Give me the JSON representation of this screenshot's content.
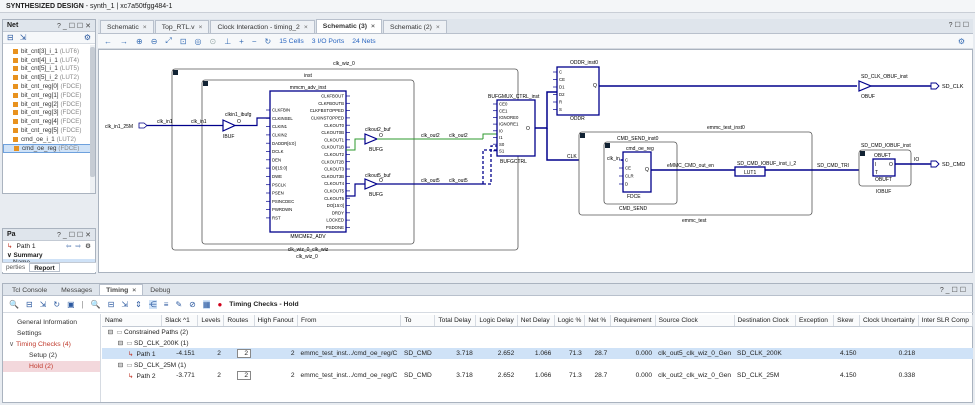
{
  "window": {
    "title_bold": "SYNTHESIZED DESIGN",
    "title_rest": " - synth_1 | xc7a50tfgg484-1"
  },
  "net_panel": {
    "title": "Net",
    "ctrls": "? _ ☐ ☐ ✕",
    "items": [
      {
        "name": "bit_cnt[3]_i_1",
        "type": "(LUT6)"
      },
      {
        "name": "bit_cnt[4]_i_1",
        "type": "(LUT4)"
      },
      {
        "name": "bit_cnt[5]_i_1",
        "type": "(LUT5)"
      },
      {
        "name": "bit_cnt[5]_i_2",
        "type": "(LUT2)"
      },
      {
        "name": "bit_cnt_reg[0]",
        "type": "(FDCE)"
      },
      {
        "name": "bit_cnt_reg[1]",
        "type": "(FDCE)"
      },
      {
        "name": "bit_cnt_reg[2]",
        "type": "(FDCE)"
      },
      {
        "name": "bit_cnt_reg[3]",
        "type": "(FDCE)"
      },
      {
        "name": "bit_cnt_reg[4]",
        "type": "(FDCE)"
      },
      {
        "name": "bit_cnt_reg[5]",
        "type": "(FDCE)"
      },
      {
        "name": "cmd_oe_i_1",
        "type": "(LUT2)"
      },
      {
        "name": "cmd_oe_reg",
        "type": "(FDCE)"
      }
    ]
  },
  "pa_panel": {
    "title": "Pa",
    "path_label": "Path 1",
    "summary": "Summary",
    "name_col": "Name",
    "tab_props": "perties",
    "tab_report": "Report"
  },
  "doc_tabs": [
    {
      "label": "Schematic",
      "active": false
    },
    {
      "label": "Top_RTL.v",
      "active": false
    },
    {
      "label": "Clock Interaction - timing_2",
      "active": false
    },
    {
      "label": "Schematic (3)",
      "active": true
    },
    {
      "label": "Schematic (2)",
      "active": false
    }
  ],
  "schematic_toolbar": {
    "cells": "15 Cells",
    "ports": "3 I/O Ports",
    "nets": "24 Nets"
  },
  "schematic": {
    "clk_wiz_outer": "clk_wiz_0",
    "inst": "inst",
    "clk_wiz_label": "clk_wiz_0_clk_wiz",
    "clk_wiz_inst_bottom": "clk_wiz_0",
    "mmcm_inst": "mmcm_adv_inst",
    "mmcm_type": "MMCME2_ADV",
    "mmcm_left_pins": [
      "CLKFBIN",
      "CLKINSEL",
      "CLKIN1",
      "CLKIN2",
      "DADDR[6:0]",
      "DCLK",
      "DEN",
      "DI[15:0]",
      "DWE",
      "PSCLK",
      "PSEN",
      "PSINCDEC",
      "PWRDWN",
      "RST"
    ],
    "mmcm_right_pins": [
      "CLKFBOUT",
      "CLKFBOUTB",
      "CLKFBSTOPPED",
      "CLKINSTOPPED",
      "CLKOUT0",
      "CLKOUT0B",
      "CLKOUT1",
      "CLKOUT1B",
      "CLKOUT2",
      "CLKOUT2B",
      "CLKOUT3",
      "CLKOUT3B",
      "CLKOUT4",
      "CLKOUT5",
      "CLKOUT6",
      "DO[15:0]",
      "DRDY",
      "LOCKED",
      "PSDONE"
    ],
    "ibufg_inst": "clkin1_ibufg",
    "ibufg_type": "IBUF",
    "bufg1_inst": "clkout2_buf",
    "bufg2_inst": "clkout5_buf",
    "bufg_type": "BUFG",
    "in_port": "clk_in1_25M",
    "net_clk_in1": "clk_in1",
    "net_clk_out2": "clk_out2",
    "net_clk_out5": "clk_out5",
    "bufgmux_inst": "BUFGMUX_CTRL_inst",
    "bufgmux_type": "BUFGCTRL",
    "bufgmux_pins": [
      "CE0",
      "CE1",
      "IGNORE0",
      "IGNORE1",
      "I0",
      "I1",
      "S0",
      "S1"
    ],
    "bufgmux_out": "O",
    "oddr_inst": "ODDR_inst0",
    "oddr_type": "ODDR",
    "oddr_pins": [
      "C",
      "CE",
      "D1",
      "D2",
      "R",
      "S"
    ],
    "oddr_out": "Q",
    "emmc_inst": "emmc_test_inst0",
    "emmc_label": "emmc_test",
    "cmd_send_inst": "CMD_SEND_inst0",
    "cmd_send_label": "CMD_SEND",
    "fdce_inst": "cmd_oe_reg",
    "fdce_type": "FDCE",
    "fdce_pins": [
      "C",
      "CE",
      "CLR",
      "D"
    ],
    "fdce_out": "Q",
    "net_clk": "CLK",
    "net_clk_in": "clk_in",
    "lut_inst": "SD_CMD_IOBUF_inst_i_2",
    "lut_type": "LUT1",
    "net_emmc": "eMMC_CMD_out_en",
    "net_tri": "SD_CMD_TRI",
    "obuf_inst": "SD_CLK_OBUF_inst",
    "obuf_type": "OBUF",
    "out_sdclk": "SD_CLK",
    "iobuf_inst": "SD_CMD_IOBUF_inst",
    "obuft_label": "OBUFT",
    "obuft_bottom": "OBUFT",
    "iobuf_type": "IOBUF",
    "out_sdcmd": "SD_CMD",
    "pin_i": "I",
    "pin_o": "O",
    "pin_io": "IO",
    "pin_t": "T"
  },
  "bottom_tabs": [
    {
      "label": "Tcl Console",
      "active": false
    },
    {
      "label": "Messages",
      "active": false
    },
    {
      "label": "Timing",
      "active": true
    },
    {
      "label": "Debug",
      "active": false
    }
  ],
  "timing": {
    "title": "Timing Checks - Hold",
    "nav": [
      {
        "label": "General Information",
        "cls": ""
      },
      {
        "label": "Settings",
        "cls": ""
      },
      {
        "label": "Timing Checks (4)",
        "cls": "red"
      },
      {
        "label": "Setup (2)",
        "cls": "sub"
      },
      {
        "label": "Hold (2)",
        "cls": "sub red sel"
      }
    ],
    "columns": [
      "Name",
      "Slack ^1",
      "Levels",
      "Routes",
      "High Fanout",
      "From",
      "To",
      "Total Delay",
      "Logic Delay",
      "Net Delay",
      "Logic %",
      "Net %",
      "Requirement",
      "Source Clock",
      "Destination Clock",
      "Exception",
      "Skew",
      "Clock Uncertainty",
      "Inter SLR Comp"
    ],
    "group_root": "Constrained Paths (2)",
    "groups": [
      {
        "label": "SD_CLK_200K (1)",
        "paths": [
          {
            "name": "Path 1",
            "slack": "-4.151",
            "levels": "2",
            "routes": "2",
            "fanout": "2",
            "from": "emmc_test_inst.../cmd_oe_reg/C",
            "to": "SD_CMD",
            "total": "3.718",
            "logic": "2.652",
            "net": "1.066",
            "logicp": "71.3",
            "netp": "28.7",
            "req": "0.000",
            "src": "clk_out5_clk_wiz_0_Gen",
            "dst": "SD_CLK_200K",
            "exc": "",
            "skew": "4.150",
            "unc": "0.218",
            "slr": ""
          }
        ]
      },
      {
        "label": "SD_CLK_25M (1)",
        "paths": [
          {
            "name": "Path 2",
            "slack": "-3.771",
            "levels": "2",
            "routes": "2",
            "fanout": "2",
            "from": "emmc_test_inst.../cmd_oe_reg/C",
            "to": "SD_CMD",
            "total": "3.718",
            "logic": "2.652",
            "net": "1.066",
            "logicp": "71.3",
            "netp": "28.7",
            "req": "0.000",
            "src": "clk_out2_clk_wiz_0_Gen",
            "dst": "SD_CLK_25M",
            "exc": "",
            "skew": "4.150",
            "unc": "0.338",
            "slr": ""
          }
        ]
      }
    ]
  },
  "colors": {
    "accent": "#2c5aa0",
    "highlight": "#00008b",
    "net_green": "#2e9a2e",
    "error": "#d0021b"
  }
}
